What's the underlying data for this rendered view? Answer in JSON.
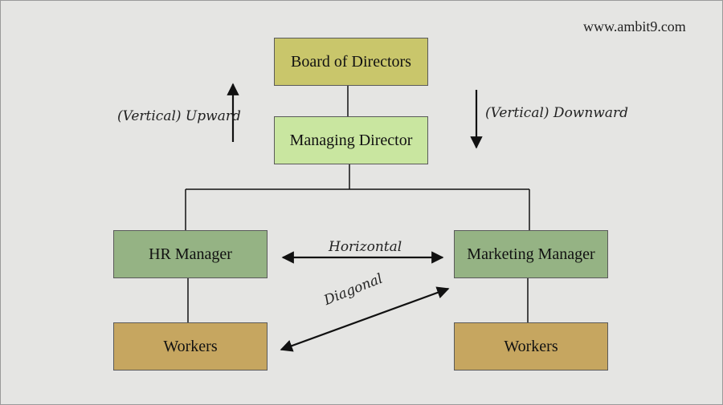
{
  "diagram": {
    "board": "Board of Directors",
    "managing_director": "Managing Director",
    "hr_manager": "HR Manager",
    "marketing_manager": "Marketing Manager",
    "workers_left": "Workers",
    "workers_right": "Workers"
  },
  "labels": {
    "upward": "(Vertical) Upward",
    "downward": "(Vertical) Downward",
    "horizontal": "Horizontal",
    "diagonal": "Diagonal"
  },
  "watermark": "www.ambit9.com",
  "colors": {
    "board": "#c9c66b",
    "managing_director": "#c9e6a0",
    "managers": "#95b384",
    "workers": "#c6a660",
    "background": "#e5e5e3"
  }
}
